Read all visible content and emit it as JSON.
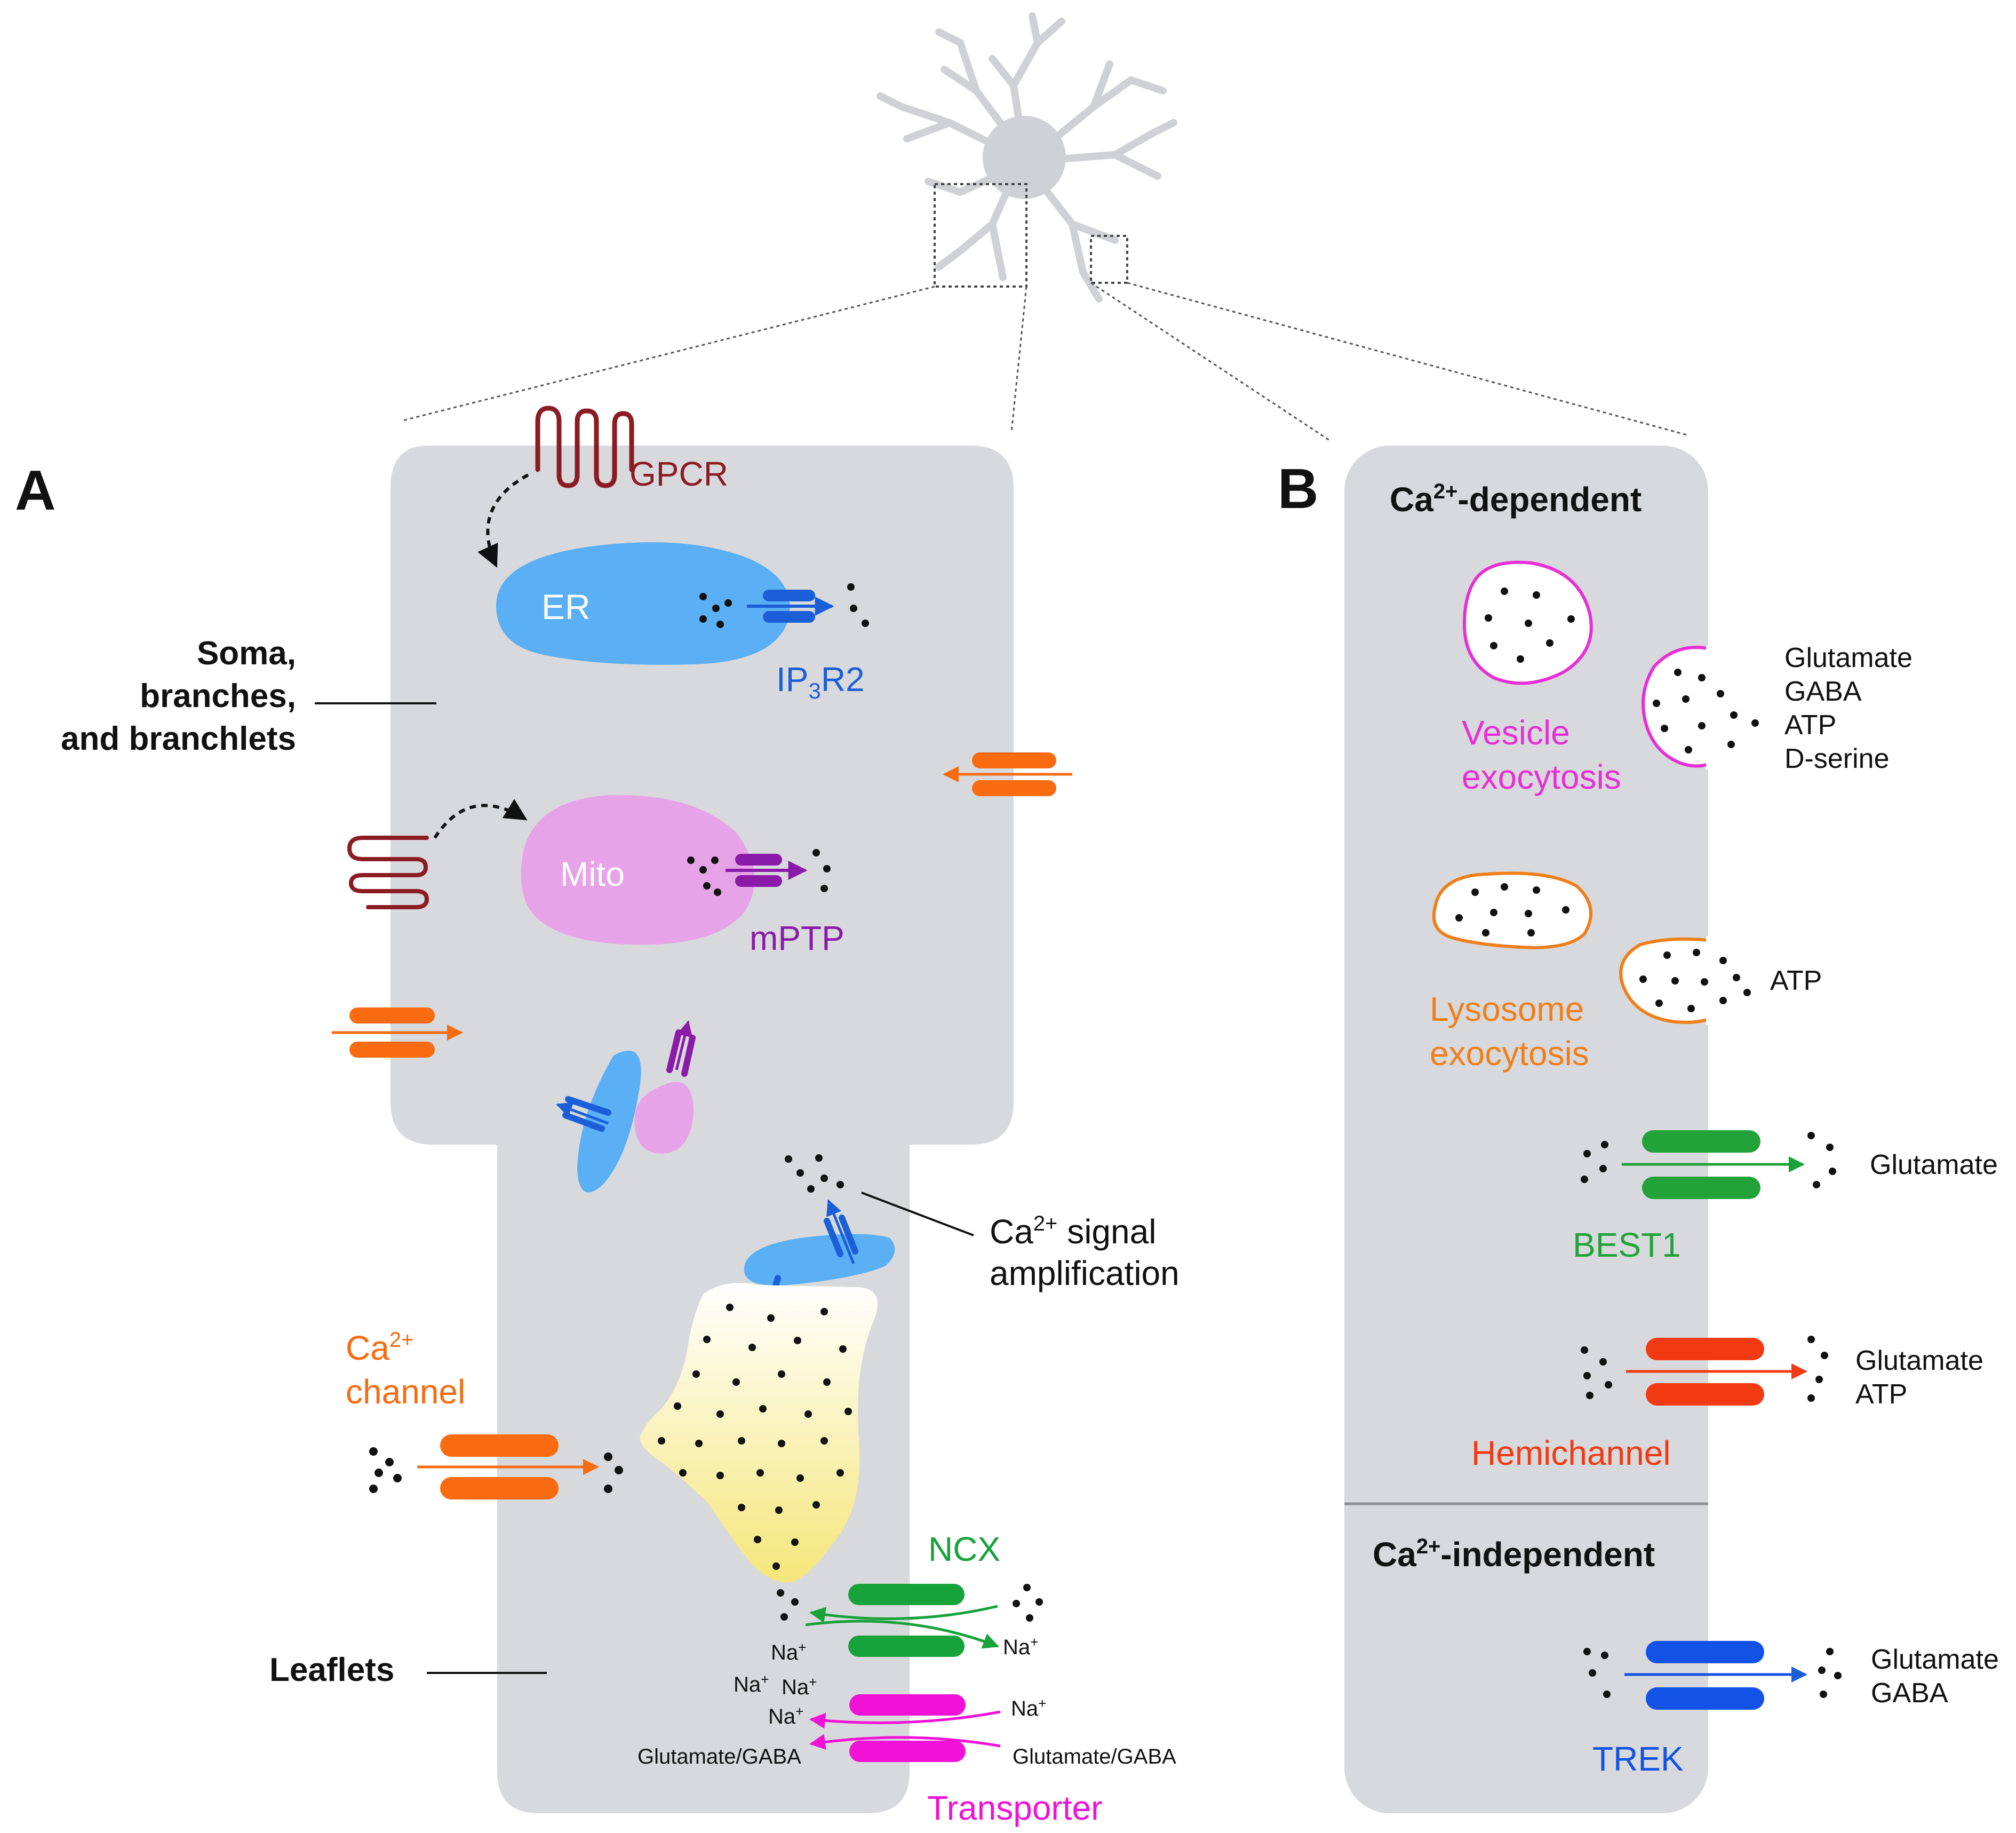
{
  "panel_a": {
    "letter": "A",
    "region_labels": {
      "soma_line1": "Soma,",
      "soma_line2": "branches,",
      "soma_line3": "and branchlets",
      "leaflets": "Leaflets"
    },
    "organelles": {
      "er": "ER",
      "mito": "Mito"
    },
    "receptors": {
      "gpcr": "GPCR",
      "ip3r2": "IP",
      "ip3r2_sub": "3",
      "ip3r2_suffix": "R2",
      "mptp": "mPTP"
    },
    "ca_channel": {
      "line1_base": "Ca",
      "line1_sup": "2+",
      "line2": "channel"
    },
    "amplification": {
      "line1_base": "Ca",
      "line1_sup": "2+",
      "line1_rest": " signal",
      "line2": "amplification"
    },
    "ncx": {
      "label": "NCX",
      "na": "Na",
      "na_sup": "+"
    },
    "transporter": {
      "label": "Transporter",
      "cargo": "Glutamate/GABA",
      "na": "Na",
      "na_sup": "+"
    }
  },
  "panel_b": {
    "letter": "B",
    "dependent_title": {
      "base": "Ca",
      "sup": "2+",
      "rest": "-dependent"
    },
    "independent_title": {
      "base": "Ca",
      "sup": "2+",
      "rest": "-independent"
    },
    "vesicle": {
      "line1": "Vesicle",
      "line2": "exocytosis",
      "releases": [
        "Glutamate",
        "GABA",
        "ATP",
        "D-serine"
      ]
    },
    "lysosome": {
      "line1": "Lysosome",
      "line2": "exocytosis",
      "releases": [
        "ATP"
      ]
    },
    "best1": {
      "label": "BEST1",
      "releases": [
        "Glutamate"
      ]
    },
    "hemichannel": {
      "label": "Hemichannel",
      "releases": [
        "Glutamate",
        "ATP"
      ]
    },
    "trek": {
      "label": "TREK",
      "releases": [
        "Glutamate",
        "GABA"
      ]
    }
  },
  "colors": {
    "cell": "#d8d9dc",
    "outline": "#555555",
    "er": "#5aaff5",
    "ip3r": "#1b5fd8",
    "mito": "#e7a3e8",
    "mptp": "#8a1aa8",
    "gpcr": "#8b1c24",
    "ca_channel": "#f86b10",
    "ncx": "#17a23a",
    "transporter": "#f012d6",
    "vesicle": "#e82ed6",
    "lysosome": "#f07f1a",
    "best1": "#21a339",
    "hemichannel": "#f23a12",
    "trek": "#1252e6",
    "text": "#111111"
  }
}
